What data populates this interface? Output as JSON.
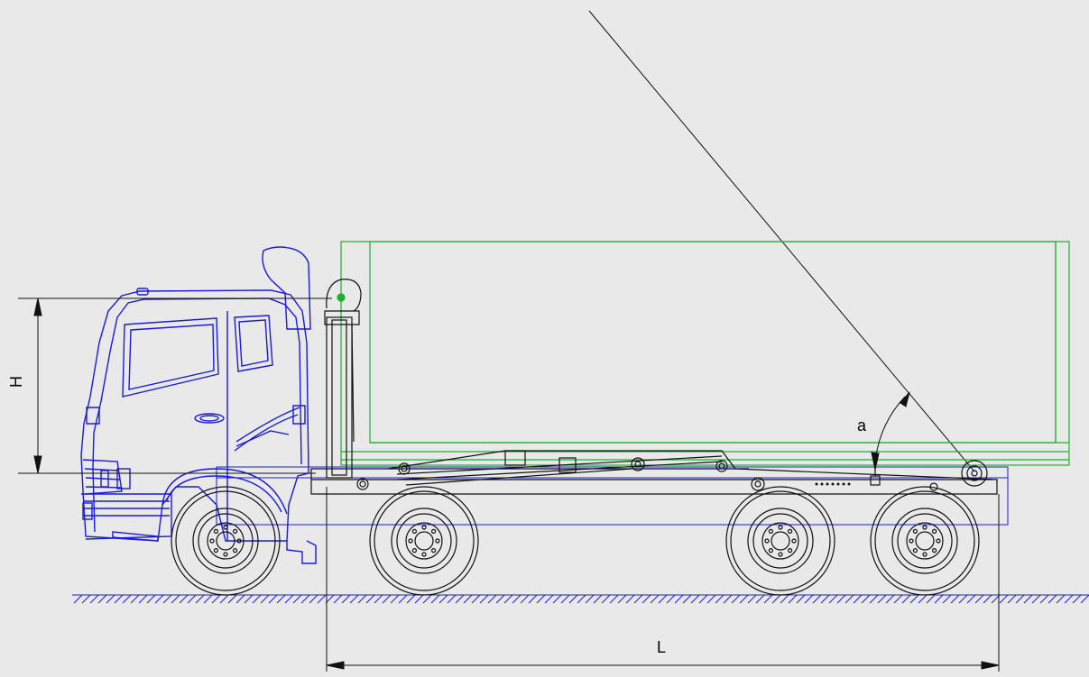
{
  "labels": {
    "height": "H",
    "length": "L",
    "angle": "a"
  },
  "colors": {
    "background": "#e9e9e9",
    "cab": "#1a1adb",
    "container": "#1fae2f",
    "chassis": "#111111"
  }
}
